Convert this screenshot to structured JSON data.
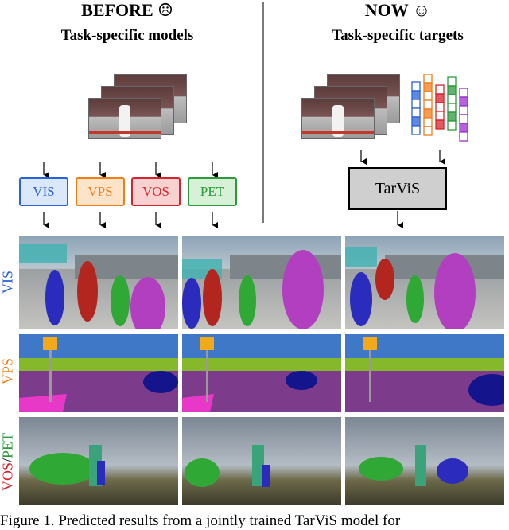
{
  "before": {
    "title": "BEFORE ☹",
    "subtitle": "Task-specific models",
    "tasks": [
      {
        "label": "VIS",
        "color": "#2a62d8",
        "bg": "#dbe7fb"
      },
      {
        "label": "VPS",
        "color": "#f07d1a",
        "bg": "#fde3c7"
      },
      {
        "label": "VOS",
        "color": "#d8232c",
        "bg": "#fad1d1"
      },
      {
        "label": "PET",
        "color": "#2c9a3c",
        "bg": "#d6f1d6"
      }
    ]
  },
  "now": {
    "title": "NOW ☺",
    "subtitle": "Task-specific targets",
    "model_label": "TarViS",
    "target_colors": [
      "#2a62d8",
      "#f07d1a",
      "#d8232c",
      "#2c9a3c",
      "#9b2fd0"
    ]
  },
  "rows": [
    {
      "label": "VIS",
      "label_color": "#2a62d8"
    },
    {
      "label": "VPS",
      "label_color": "#f07d1a"
    },
    {
      "label_parts": [
        "VOS",
        "/",
        "PET"
      ],
      "label_colors": [
        "#d8232c",
        "#000000",
        "#2c9a3c"
      ]
    }
  ],
  "caption": "Figure 1. Predicted results from a jointly trained TarViS model for"
}
